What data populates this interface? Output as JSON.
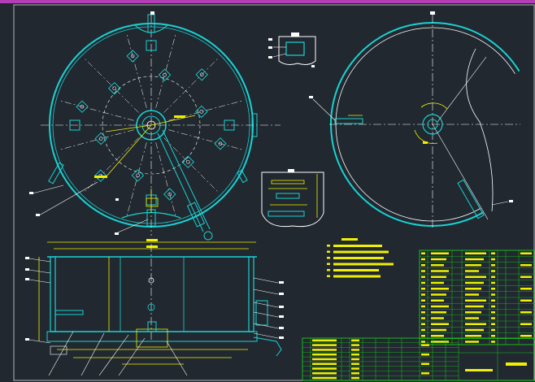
{
  "colors": {
    "background": "#212830",
    "frame": "#b4b4b4",
    "vessel": "#19d2d2",
    "detail": "#ffffff",
    "dimension": "#f0f000",
    "table_grid": "#19c819",
    "table_text": "#f0f000",
    "top_bar": "#b43cb4"
  },
  "views": {
    "plan_view": "circular-plan-view",
    "segment_view": "agitator-segment-view",
    "section_view": "vessel-cross-section",
    "nozzle_detail": "nozzle-detail",
    "flange_detail": "flange-detail"
  },
  "notes_block": "technical-notes",
  "parts_table": "parts-list-table",
  "title_block": "title-block"
}
